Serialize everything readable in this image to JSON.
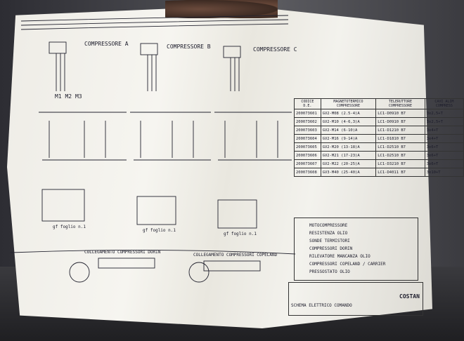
{
  "compressors": [
    "COMPRESSORE A",
    "COMPRESSORE B",
    "COMPRESSORE C"
  ],
  "motor_labels": [
    "M1",
    "M2",
    "M3"
  ],
  "codes_table": {
    "headers": [
      "CODICE D.E.",
      "MAGNETOTERMICO COMPRESSORE",
      "TELERUTTORE COMPRESSORE",
      "CAVI ALIM COMPRESS"
    ],
    "rows": [
      [
        "200073601",
        "GV2-M08 (2.5-4)A",
        "LC1-D0910 B7",
        "3x2,5+T"
      ],
      [
        "200073602",
        "GV2-M10 (4-6,3)A",
        "LC1-D0910 B7",
        "3x2,5+T"
      ],
      [
        "200073603",
        "GV2-M14 (6-10)A",
        "LC1-D1210 B7",
        "3x4+T"
      ],
      [
        "200073604",
        "GV2-M16 (9-14)A",
        "LC1-D1810 B7",
        "3x4+T"
      ],
      [
        "200073605",
        "GV2-M20 (13-18)A",
        "LC1-D2510 B7",
        "3x6+T"
      ],
      [
        "200073606",
        "GV2-M21 (17-23)A",
        "LC1-D2510 B7",
        "3x6+T"
      ],
      [
        "200073607",
        "GV2-M22 (20-25)A",
        "LC1-D3210 B7",
        "3x6+T"
      ],
      [
        "200073608",
        "GV3-M40 (25-40)A",
        "LC1-D4011 B7",
        "3x10+T"
      ]
    ]
  },
  "legend_lines": [
    "MOTOCOMPRESSORE",
    "RESISTENZA OLIO",
    "SONDE TERMISTORI",
    "COMPRESSORI DORIN",
    "RILEVATORE MANCANZA OLIO",
    "COMPRESSORI COPELAND / CARRIER",
    "PRESSOSTATO OLIO"
  ],
  "collegamento": [
    "COLLEGAMENTO COMPRESSORI DORIN",
    "COLLEGAMENTO COMPRESSORI COPELAND"
  ],
  "foglio_labels": [
    "gf foglio n.1",
    "gf foglio n.1",
    "gf foglio n.1"
  ],
  "title_block": {
    "description": "SCHEMA ELETTRICO COMANDO",
    "brand": "COSTAN"
  }
}
